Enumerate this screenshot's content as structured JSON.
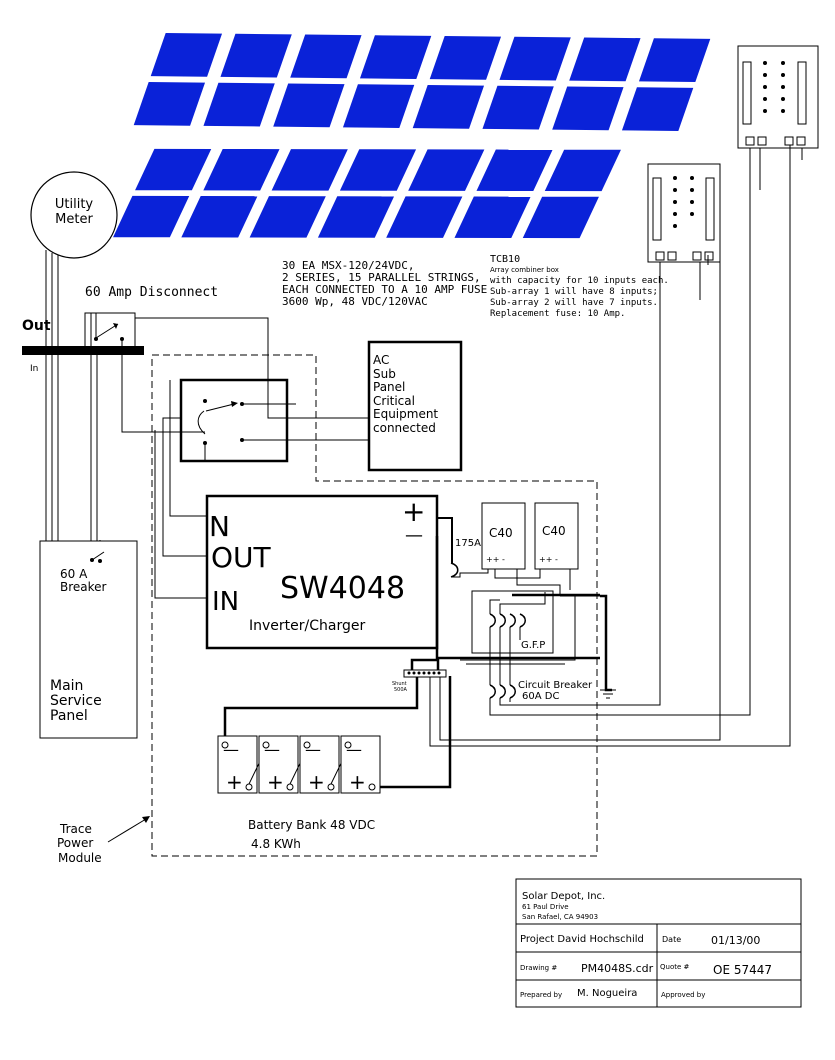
{
  "meter": {
    "label_line1": "Utility",
    "label_line2": "Meter"
  },
  "disconnect": {
    "label": "60 Amp Disconnect"
  },
  "bus": {
    "out_label": "Out",
    "in_label": "In"
  },
  "array_note": {
    "line1": "30 EA MSX-120/24VDC,",
    "line2": "2 SERIES, 15 PARALLEL STRINGS,",
    "line3": "EACH CONNECTED TO A 10 AMP FUSE",
    "line4": "3600 Wp, 48 VDC/120VAC"
  },
  "combiner_note": {
    "title": "TCB10",
    "line1": "Array combiner box",
    "line2": "with capacity for 10 inputs each.",
    "line3": "Sub-array 1 will have 8 inputs;",
    "line4": "Sub-array 2 will have 7 inputs.",
    "line5": "Replacement fuse: 10 Amp."
  },
  "subpanel": {
    "line1": "AC",
    "line2": "Sub",
    "line3": "Panel",
    "line4": "Critical",
    "line5": "Equipment",
    "line6": "connected"
  },
  "inverter": {
    "n_label": "N",
    "out_label": "OUT",
    "in_label": "IN",
    "model": "SW4048",
    "subtitle": "Inverter/Charger",
    "plus": "+",
    "minus": "—"
  },
  "fuse_label": "175A",
  "controllers": [
    {
      "label": "C40",
      "terminals": "++  -"
    },
    {
      "label": "C40",
      "terminals": "++  -"
    }
  ],
  "gfp_label": "G.F.P",
  "breaker": {
    "line1": "Circuit Breaker",
    "line2": "60A DC"
  },
  "shunt": {
    "line1": "Shunt",
    "line2": "500A"
  },
  "main_panel": {
    "breaker_line1": "60 A",
    "breaker_line2": "Breaker",
    "line1": "Main",
    "line2": "Service",
    "line3": "Panel"
  },
  "battery": {
    "line1": "Battery Bank 48 VDC",
    "line2": "4.8  KWh",
    "minus": "—",
    "plus": "+"
  },
  "module_label": {
    "line1": "Trace",
    "line2": "Power",
    "line3": "Module"
  },
  "title_block": {
    "company": "Solar Depot, Inc.",
    "address1": "61 Paul Drive",
    "address2": "San Rafael, CA 94903",
    "project_label": "Project David Hochschild",
    "date_label": "Date",
    "date_value": "01/13/00",
    "drawing_label": "Drawing #",
    "drawing_value": "PM4048S.cdr",
    "quote_label": "Quote #",
    "quote_value": "OE 57447",
    "prepared_label": "Prepared by",
    "prepared_value": "M. Nogueira",
    "approved_label": "Approved by"
  },
  "colors": {
    "panel_blue": "#0a22d8",
    "panel_blue_light": "#2b45f0",
    "line": "#000000"
  }
}
